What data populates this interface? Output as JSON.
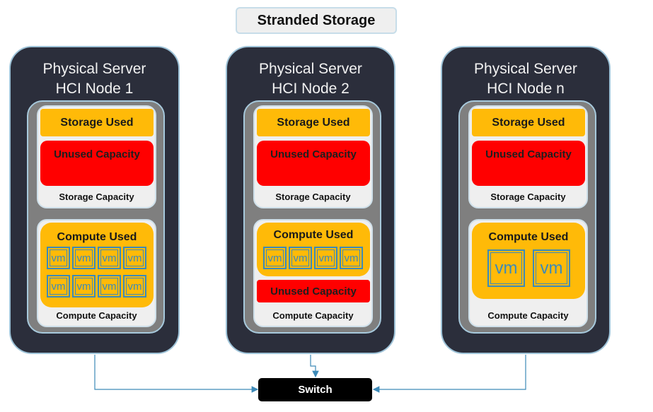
{
  "title": "Stranded Storage",
  "nodes": [
    {
      "line1": "Physical Server",
      "line2": "HCI Node 1",
      "storage_used": "Storage Used",
      "storage_unused": "Unused Capacity",
      "storage_capacity": "Storage Capacity",
      "compute_used": "Compute Used",
      "vm_label": "vm",
      "compute_capacity": "Compute Capacity"
    },
    {
      "line1": "Physical Server",
      "line2": "HCI Node 2",
      "storage_used": "Storage Used",
      "storage_unused": "Unused Capacity",
      "storage_capacity": "Storage Capacity",
      "compute_used": "Compute Used",
      "vm_label": "vm",
      "compute_unused": "Unused Capacity",
      "compute_capacity": "Compute Capacity"
    },
    {
      "line1": "Physical Server",
      "line2": "HCI Node n",
      "storage_used": "Storage Used",
      "storage_unused": "Unused Capacity",
      "storage_capacity": "Storage Capacity",
      "compute_used": "Compute Used",
      "vm_label": "vm",
      "compute_capacity": "Compute Capacity"
    }
  ],
  "switch_label": "Switch",
  "colors": {
    "server_bg": "#2b2e3b",
    "used": "#ffba08",
    "unused": "#ff0000",
    "connector": "#3d8ab8"
  }
}
